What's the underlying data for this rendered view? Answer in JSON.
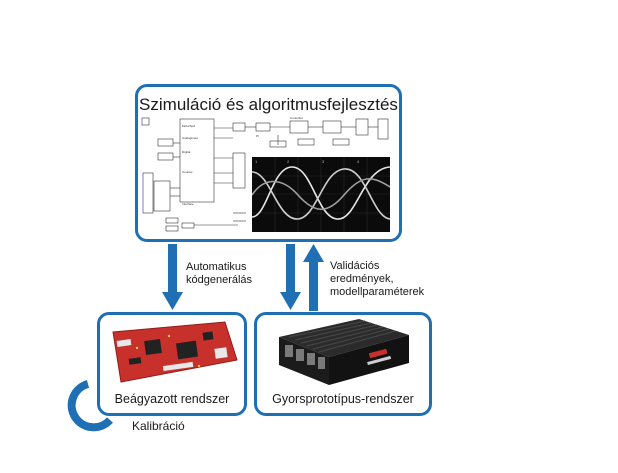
{
  "simulation": {
    "title": "Szimuláció és algoritmusfejlesztés"
  },
  "embedded": {
    "title": "Beágyazott rendszer"
  },
  "rapid_prototype": {
    "title": "Gyorsprototípus-rendszer"
  },
  "labels": {
    "codegen_line1": "Automatikus",
    "codegen_line2": "kódgenerálás",
    "validation_line1": "Validációs",
    "validation_line2": "eredmények,",
    "validation_line3": "modellparaméterek",
    "calibration": "Kalibráció"
  },
  "colors": {
    "accent": "#1f6fb4",
    "board": "#c8302c",
    "scope_bg": "#0b0b0b"
  },
  "icons": [
    "circular-arrow-icon",
    "down-arrow-icon",
    "up-arrow-icon"
  ]
}
